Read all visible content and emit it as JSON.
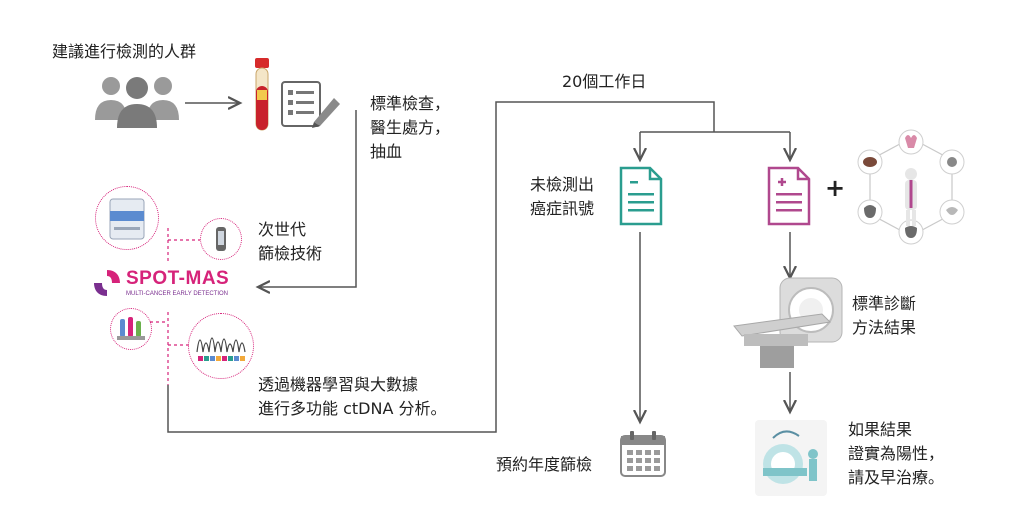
{
  "labels": {
    "target_group": "建議進行檢測的人群",
    "standard_exam": "標準檢查，\n醫生處方，\n抽血",
    "ngs": "次世代\n篩檢技術",
    "logo_main": "SPOT-MAS",
    "logo_sub": "MULTI-CANCER EARLY DETECTION",
    "ml_analysis": "透過機器學習與大數據\n進行多功能 ctDNA 分析。",
    "working_days": "20個工作日",
    "no_signal": "未檢測出\n癌症訊號",
    "standard_diag": "標準診斷\n方法結果",
    "annual": "預約年度篩檢",
    "positive": "如果結果\n證實為陽性，\n請及早治療。",
    "plus": "+"
  },
  "colors": {
    "line": "#555555",
    "teal": "#2a9d8f",
    "magenta": "#b0488e",
    "logo_purple": "#7a2f8f",
    "logo_pink": "#d6237a",
    "people": "#8a8a8a"
  },
  "icons": [
    "people-icon",
    "blood-tube-icon",
    "checklist-icon",
    "sequencer-icon",
    "sample-tube-icon",
    "test-tubes-icon",
    "dna-chromatogram-icon",
    "teal-document-icon",
    "magenta-document-icon",
    "organs-icon",
    "ct-scanner-icon",
    "treatment-icon",
    "calendar-icon"
  ]
}
